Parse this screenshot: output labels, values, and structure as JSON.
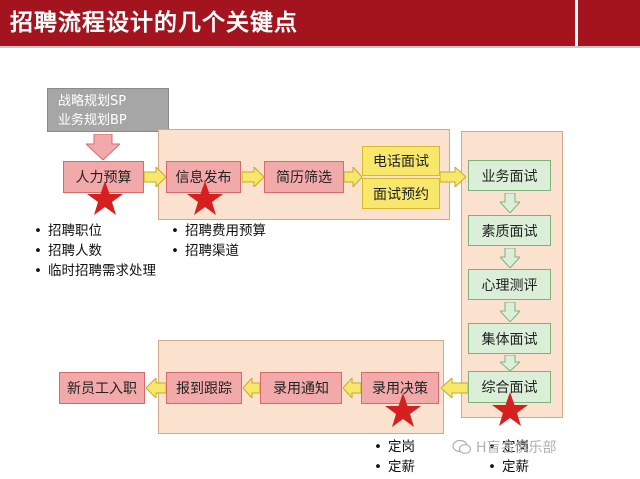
{
  "title": "招聘流程设计的几个关键点",
  "strategy": {
    "line1": "战略规划SP",
    "line2": "业务规划BP"
  },
  "nodes": {
    "manpower_budget": "人力预算",
    "info_publish": "信息发布",
    "resume_screen": "简历筛选",
    "phone_interview": "电话面试",
    "interview_booking": "面试预约",
    "business_interview": "业务面试",
    "quality_interview": "素质面试",
    "psych_test": "心理测评",
    "group_interview": "集体面试",
    "comprehensive_interview": "综合面试",
    "hire_decision": "录用决策",
    "hire_notice": "录用通知",
    "onboard_tracking": "报到跟踪",
    "new_employee_onboarding": "新员工入职"
  },
  "notes": {
    "budget": [
      "招聘职位",
      "招聘人数",
      "临时招聘需求处理"
    ],
    "publish": [
      "招聘费用预算",
      "招聘渠道"
    ],
    "decision": [
      "定岗",
      "定薪"
    ],
    "comprehensive": [
      "定岗",
      "定薪"
    ]
  },
  "bullet": "•",
  "watermark": "H盲名俱乐部",
  "colors": {
    "title_bar": "#a3141e",
    "red_box": "#f2a9a9",
    "yellow_box": "#f7e76a",
    "green_box": "#daeed8",
    "panel": "#fbe2cf",
    "star": "#d62020"
  }
}
